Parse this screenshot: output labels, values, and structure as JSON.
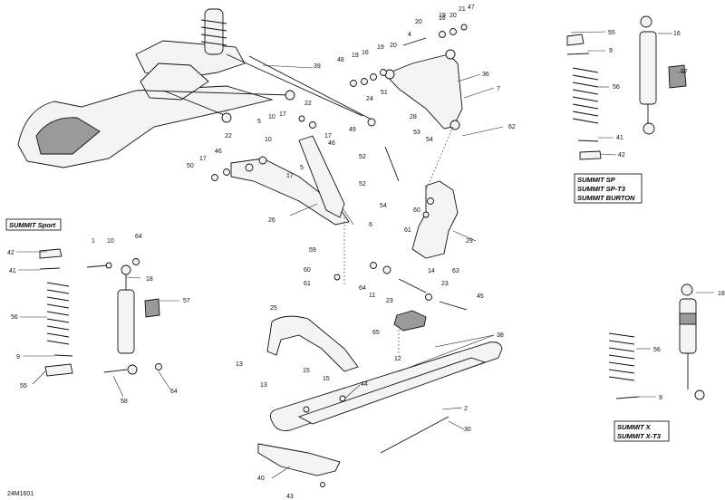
{
  "drawing_code": "24M1601",
  "models": {
    "sport": "SUMMIT Sport",
    "sp": [
      "SUMMIT SP",
      "SUMMIT SP-T3",
      "SUMMIT BURTON"
    ],
    "x": [
      "SUMMIT X",
      "SUMMIT X-T3"
    ]
  },
  "callouts": {
    "c1": "1",
    "c2": "2",
    "c4": "4",
    "c5": "5",
    "c6": "6",
    "c7": "7",
    "c9": "9",
    "c10": "10",
    "c11": "11",
    "c12": "12",
    "c13": "13",
    "c14": "14",
    "c15": "15",
    "c16": "16",
    "c17": "17",
    "c18": "18",
    "c19": "19",
    "c20": "20",
    "c21": "21",
    "c22": "22",
    "c23": "23",
    "c24": "24",
    "c25": "25",
    "c26": "26",
    "c28": "28",
    "c29": "29",
    "c30": "30",
    "c36": "36",
    "c38": "38",
    "c39": "39",
    "c40": "40",
    "c41": "41",
    "c42": "42",
    "c43": "43",
    "c44": "44",
    "c45": "45",
    "c46": "46",
    "c47": "47",
    "c48": "48",
    "c49": "49",
    "c50": "50",
    "c51": "51",
    "c52": "52",
    "c53": "53",
    "c54": "54",
    "c55": "55",
    "c56": "56",
    "c57": "57",
    "c58": "58",
    "c59": "59",
    "c60": "60",
    "c61": "61",
    "c62": "62",
    "c63": "63",
    "c64": "64",
    "c65": "65"
  }
}
